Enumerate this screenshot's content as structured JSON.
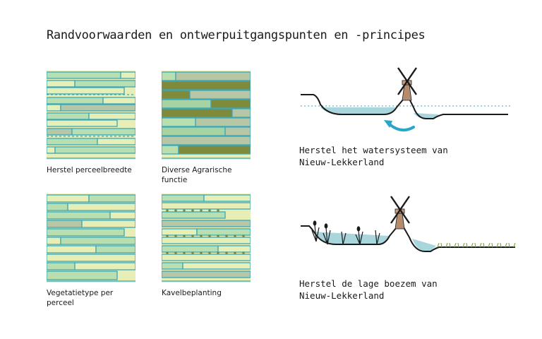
{
  "title": "Randvoorwaarden en ontwerpuitgangspunten en -principes",
  "colors": {
    "line": "#3aa8b8",
    "light_green": "#b9dfb0",
    "pale_yellow": "#e7eeb6",
    "mid_green": "#a7d3a2",
    "olive": "#7f8a3a",
    "grey_green": "#b7c7a6",
    "water": "#a9d6dc",
    "windmill": "#b58b6e",
    "arrow": "#2aa6c8",
    "ground": "#1a1a1a"
  },
  "tiles": [
    {
      "caption": "Herstel perceelbreedte"
    },
    {
      "caption": "Diverse Agrarische functie"
    },
    {
      "caption": "Vegetatietype per perceel"
    },
    {
      "caption": "Kavelbeplanting"
    }
  ],
  "sections": [
    {
      "caption": "Herstel het watersysteem van Nieuw-Lekkerland"
    },
    {
      "caption": "Herstel de lage boezem van Nieuw-Lekkerland"
    }
  ]
}
